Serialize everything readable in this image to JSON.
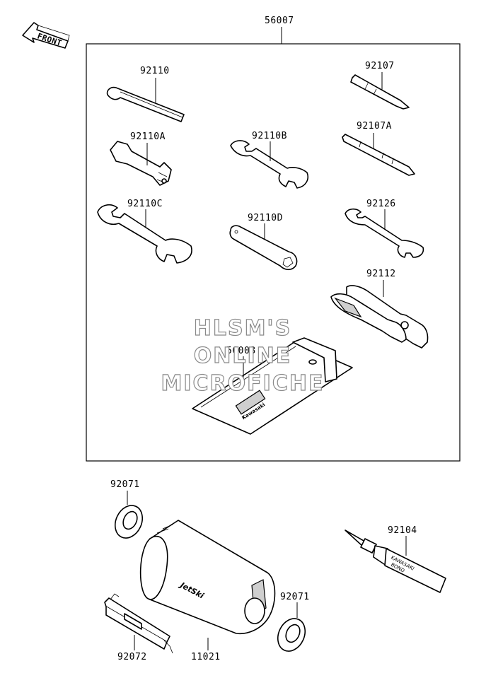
{
  "front_indicator": {
    "label": "FRONT"
  },
  "assembly": {
    "kit_number": "56007"
  },
  "parts": [
    {
      "id": "92110",
      "label": "92110"
    },
    {
      "id": "92107",
      "label": "92107"
    },
    {
      "id": "92110A",
      "label": "92110A"
    },
    {
      "id": "92110B",
      "label": "92110B"
    },
    {
      "id": "92107A",
      "label": "92107A"
    },
    {
      "id": "92110C",
      "label": "92110C"
    },
    {
      "id": "92110D",
      "label": "92110D"
    },
    {
      "id": "92126",
      "label": "92126"
    },
    {
      "id": "92112",
      "label": "92112"
    },
    {
      "id": "56008",
      "label": "56008"
    },
    {
      "id": "92071a",
      "label": "92071"
    },
    {
      "id": "92104",
      "label": "92104"
    },
    {
      "id": "92071b",
      "label": "92071"
    },
    {
      "id": "92072",
      "label": "92072"
    },
    {
      "id": "11021",
      "label": "11021"
    }
  ],
  "watermark": {
    "line1": "HLSM'S",
    "line2": "ONLINE",
    "line3": "MICROFICHE"
  },
  "imprints": {
    "tube_brand": "KAWASAKI",
    "tube_text": "BOND",
    "pouch_brand": "Kawasaki",
    "can_brand": "JetSki"
  }
}
